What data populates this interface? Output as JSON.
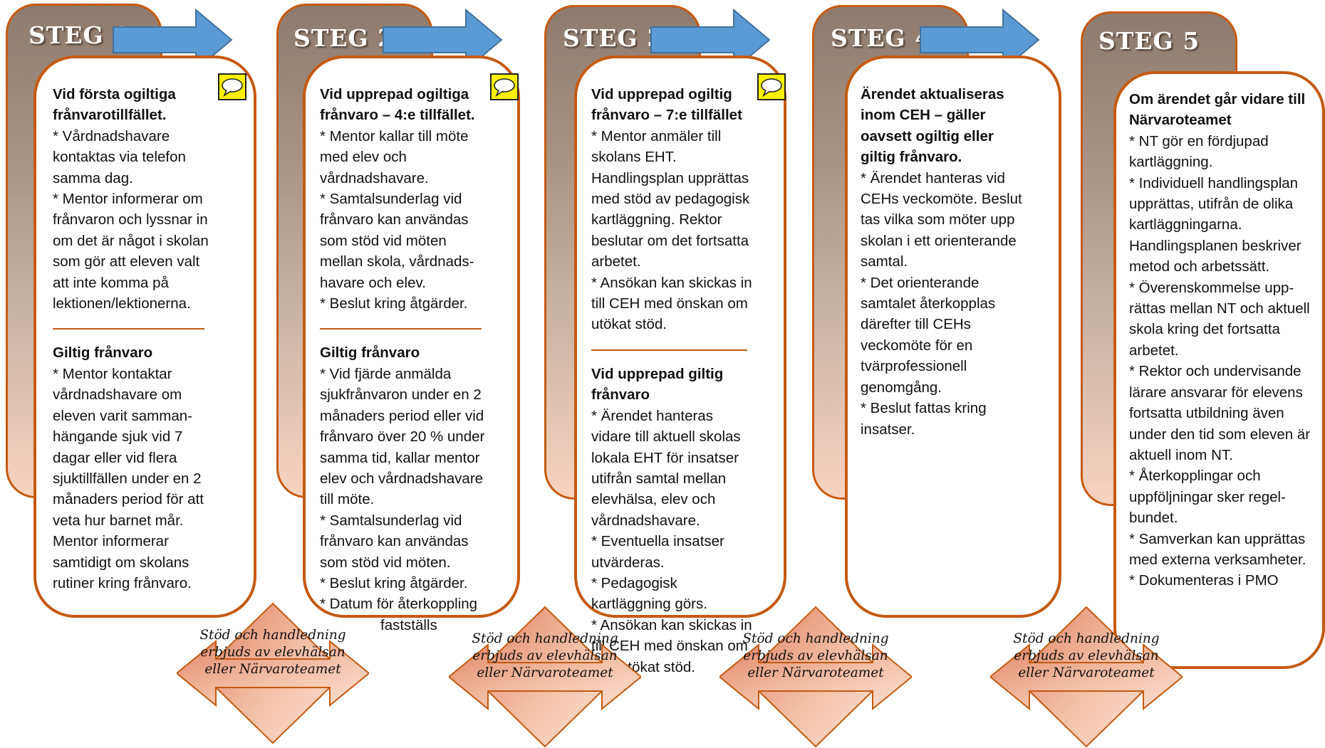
{
  "colors": {
    "accent": "#c55a11",
    "arrow_blue": "#5b9bd5",
    "note_yellow": "#fff200"
  },
  "connector_text": "Stöd och handledning erbjuds av elevhälsan eller Närvaroteamet",
  "steps": [
    {
      "label": "STEG 1",
      "has_note": true,
      "blocks": [
        [
          {
            "t": "Vid första ogiltiga frånvarotillfället.",
            "bold": true
          },
          {
            "t": "* Vårdnadshavare kontaktas via telefon samma dag."
          },
          {
            "t": "* Mentor informerar om frånvaron och lyssnar in om det är något i skolan som gör att eleven valt att inte komma på lektionen/lektionerna."
          }
        ],
        [
          {
            "t": "Giltig frånvaro",
            "bold": true
          },
          {
            "t": "* Mentor kontaktar vårdnadshavare om eleven varit samman-hängande sjuk vid 7 dagar eller vid flera sjuktillfällen under en 2 månaders period för att veta hur barnet mår. Mentor informerar samtidigt om skolans rutiner kring frånvaro."
          }
        ]
      ]
    },
    {
      "label": "STEG 2",
      "has_note": true,
      "blocks": [
        [
          {
            "t": "Vid upprepad ogiltiga frånvaro – 4:e tillfället.",
            "bold": true
          },
          {
            "t": "* Mentor kallar till möte med elev och vårdnadshavare."
          },
          {
            "t": "* Samtalsunderlag vid frånvaro kan användas som stöd vid möten mellan skola, vårdnads-havare och elev."
          },
          {
            "t": "* Beslut kring åtgärder."
          }
        ],
        [
          {
            "t": "Giltig frånvaro",
            "bold": true
          },
          {
            "t": "* Vid fjärde anmälda sjukfrånvaron under en 2 månaders period eller vid frånvaro över 20 % under samma tid, kallar mentor elev och vårdnadshavare till möte."
          },
          {
            "t": "* Samtalsunderlag vid frånvaro kan användas som stöd vid möten."
          },
          {
            "t": "* Beslut kring åtgärder."
          },
          {
            "t": "* Datum för återkoppling",
            "cls": "none"
          },
          {
            "t": "fastställs",
            "cls": "sub2"
          }
        ]
      ]
    },
    {
      "label": "STEG 3",
      "has_note": true,
      "blocks": [
        [
          {
            "t": "Vid upprepad ogiltig frånvaro – 7:e tillfället",
            "bold": true
          },
          {
            "t": "* Mentor anmäler till skolans EHT."
          },
          {
            "t": "Handlingsplan upprättas med stöd av pedagogisk kartläggning. Rektor beslutar om det fortsatta arbetet."
          },
          {
            "t": "* Ansökan kan skickas in till CEH med önskan om utökat stöd."
          }
        ],
        [
          {
            "t": "Vid upprepad giltig frånvaro",
            "bold": true
          },
          {
            "t": "* Ärendet hanteras vidare till aktuell skolas lokala EHT för insatser utifrån samtal mellan elevhälsa, elev och vårdnadshavare."
          },
          {
            "t": "* Eventuella insatser utvärderas."
          },
          {
            "t": "* Pedagogisk kartläggning görs."
          },
          {
            "t": "* Ansökan kan skickas in till CEH med önskan om",
            "cls": "none"
          },
          {
            "t": "utökat stöd.",
            "cls": "sub1"
          }
        ]
      ]
    },
    {
      "label": "STEG 4",
      "has_note": false,
      "blocks": [
        [
          {
            "t": "Ärendet aktualiseras inom CEH – gäller oavsett ogiltig eller giltig frånvaro.",
            "bold": true
          },
          {
            "t": "* Ärendet hanteras vid CEHs veckomöte. Beslut tas vilka som möter upp skolan i ett orienterande samtal."
          },
          {
            "t": "* Det orienterande samtalet återkopplas därefter till CEHs veckomöte för en tvärprofessionell genomgång."
          },
          {
            "t": "* Beslut fattas kring insatser."
          }
        ]
      ]
    },
    {
      "label": "STEG 5",
      "has_note": false,
      "blocks": [
        [
          {
            "t": "Om ärendet går vidare till Närvaroteamet",
            "bold": true
          },
          {
            "t": "* NT gör en fördjupad kartläggning."
          },
          {
            "t": "* Individuell handlingsplan upprättas, utifrån de olika kartläggningarna. Handlingsplanen beskriver metod och arbetssätt."
          },
          {
            "t": "* Överenskommelse upp-rättas mellan NT och aktuell skola kring det fortsatta arbetet."
          },
          {
            "t": "* Rektor och undervisande lärare ansvarar för elevens fortsatta utbildning även under den tid som eleven är aktuell inom NT."
          },
          {
            "t": "* Återkopplingar och uppföljningar sker regel-bundet."
          },
          {
            "t": "* Samverkan kan upprättas med externa verksamheter."
          },
          {
            "t": "* Dokumenteras i PMO"
          }
        ]
      ]
    }
  ]
}
